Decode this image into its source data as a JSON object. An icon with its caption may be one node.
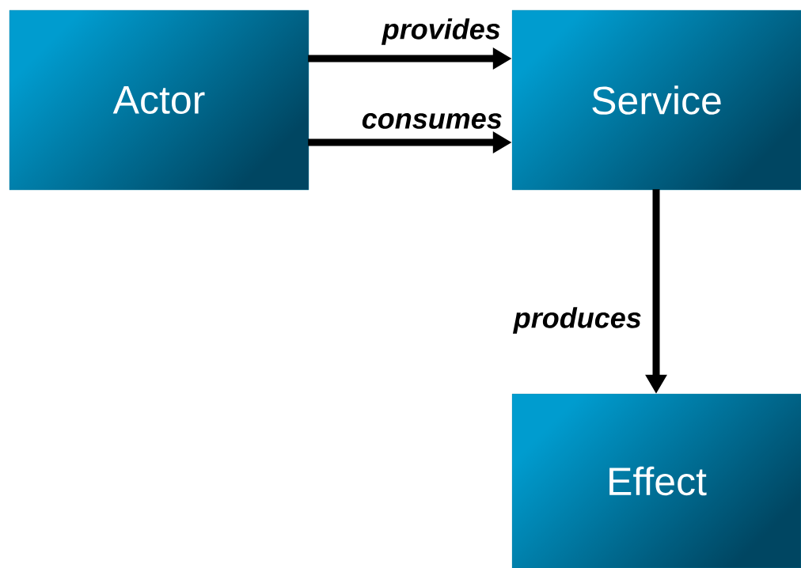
{
  "diagram": {
    "nodes": [
      {
        "text": [
          "Actor"
        ]
      },
      {
        "text": [
          "Service"
        ]
      },
      {
        "text": [
          "Effect"
        ]
      }
    ],
    "edges": [
      {
        "from": 0,
        "to": 1,
        "arrow": "to",
        "label": "provides"
      },
      {
        "from": 0,
        "to": 1,
        "arrow": "to",
        "label": "consumes"
      },
      {
        "from": 1,
        "to": 2,
        "arrow": "to",
        "label": "produces"
      }
    ]
  }
}
